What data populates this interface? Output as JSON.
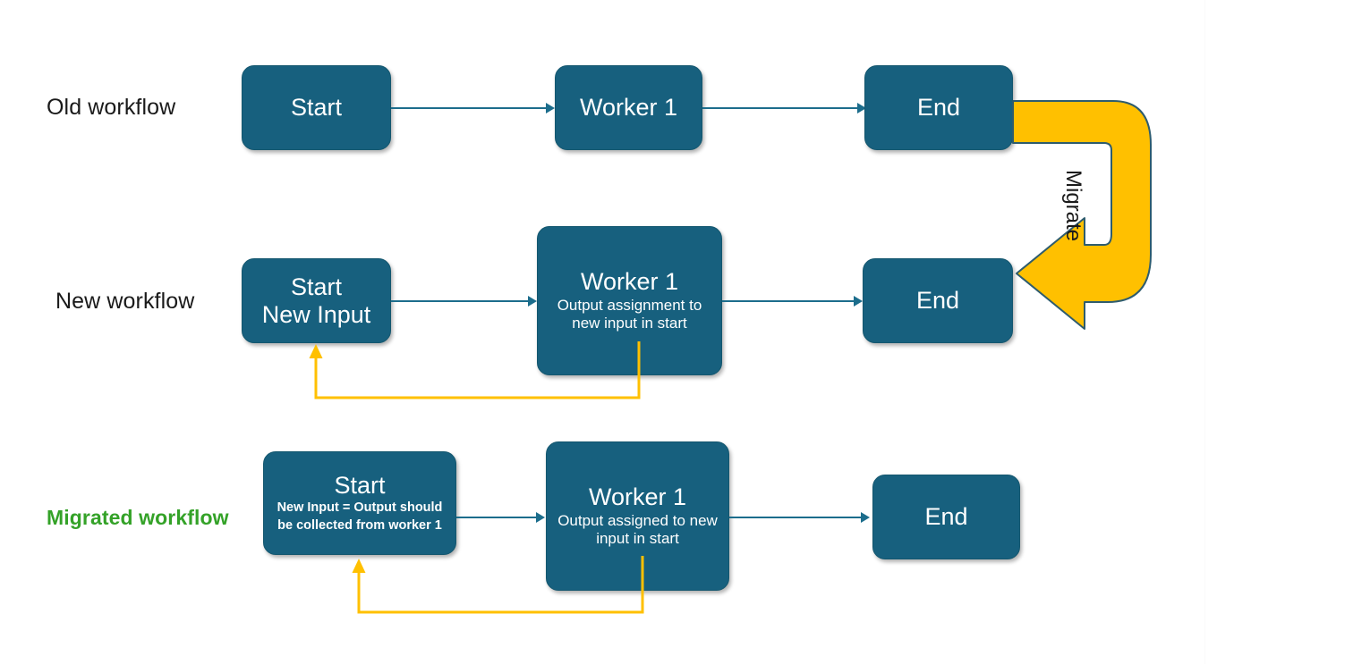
{
  "diagram": {
    "title": "Workflow migration diagram",
    "colors": {
      "node_fill": "#17607E",
      "node_border": "#14576F",
      "connector": "#1C6D8C",
      "migrate_arrow": "#FFC000",
      "feedback_line": "#FFC000",
      "migrated_label": "#34A228",
      "label_text": "#1A1A1A",
      "node_text": "#FFFFFF",
      "background": "#FFFFFF"
    },
    "rows": [
      {
        "id": "old-workflow",
        "label": "Old workflow",
        "nodes": [
          {
            "id": "old-start",
            "title": "Start",
            "sub": ""
          },
          {
            "id": "old-worker-1",
            "title": "Worker 1",
            "sub": ""
          },
          {
            "id": "old-end",
            "title": "End",
            "sub": ""
          }
        ],
        "has_feedback_loop": false
      },
      {
        "id": "new-workflow",
        "label": "New workflow",
        "nodes": [
          {
            "id": "new-start",
            "title": "Start",
            "sub": "New Input"
          },
          {
            "id": "new-worker-1",
            "title": "Worker 1",
            "sub": "Output assignment to new input in start"
          },
          {
            "id": "new-end",
            "title": "End",
            "sub": ""
          }
        ],
        "has_feedback_loop": true
      },
      {
        "id": "migrated-workflow",
        "label": "Migrated workflow",
        "nodes": [
          {
            "id": "migrated-start",
            "title": "Start",
            "sub": "New Input = Output should be collected from worker 1"
          },
          {
            "id": "migrated-worker-1",
            "title": "Worker 1",
            "sub": "Output assigned to new input in start"
          },
          {
            "id": "migrated-end",
            "title": "End",
            "sub": ""
          }
        ],
        "has_feedback_loop": true
      }
    ],
    "migrate_arrow": {
      "label": "Migrate",
      "from": "old-end",
      "to": "new-end"
    }
  }
}
